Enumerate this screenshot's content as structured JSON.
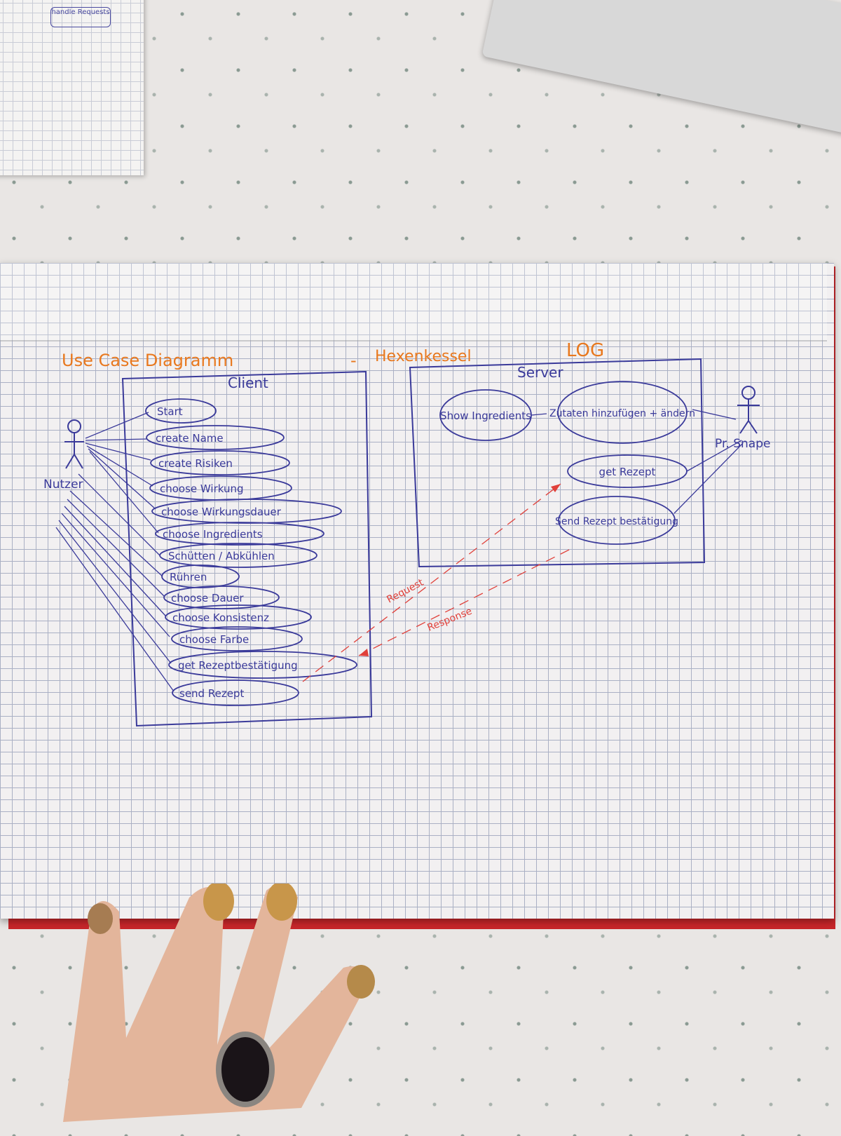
{
  "note": {
    "top_label": "handle Requests"
  },
  "diagram": {
    "title_parts": [
      "Use Case Diagramm",
      "-",
      "Hexenkessel",
      "LOG"
    ],
    "client_label": "Client",
    "server_label": "Server",
    "actor_left": "Nutzer",
    "actor_right": "Pr. Snape",
    "client_usecases": [
      "Start",
      "create Name",
      "create Risiken",
      "choose Wirkung",
      "choose Wirkungsdauer",
      "choose Ingredients",
      "Schütten / Abkühlen",
      "Rühren",
      "choose Dauer",
      "choose Konsistenz",
      "choose Farbe",
      "get Rezeptbestätigung",
      "send Rezept"
    ],
    "server_usecases": [
      "Show Ingredients",
      "Zutaten hinzufügen + ändern",
      "get Rezept",
      "Send Rezept bestätigung"
    ],
    "messages": [
      "Request",
      "Response"
    ]
  },
  "colors": {
    "ink": "#3a3a9a",
    "orange": "#e8781e",
    "red": "#e0403a"
  }
}
